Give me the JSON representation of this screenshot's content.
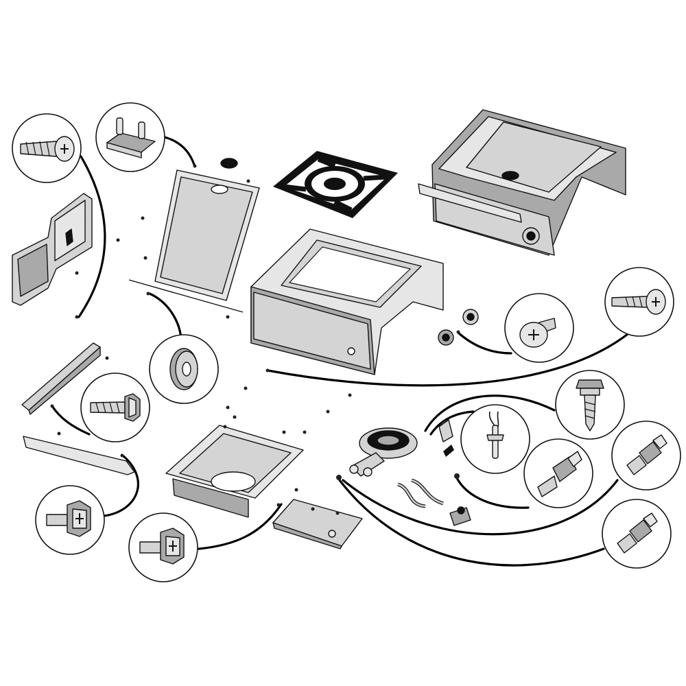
{
  "diagram": {
    "kind": "exploded-parts-view",
    "colors": {
      "line": "#111111",
      "metal": "#d4d4d4",
      "metal_light": "#e6e6e6",
      "metal_dark": "#a9a9a9",
      "background": "#ffffff"
    },
    "callouts": [
      {
        "id": "phillips-screw",
        "icon": "phillips-screw-icon"
      },
      {
        "id": "twin-post-bracket",
        "icon": "post-bracket-icon"
      },
      {
        "id": "spacer-washer",
        "icon": "washer-icon"
      },
      {
        "id": "hex-bolt",
        "icon": "hex-bolt-icon"
      },
      {
        "id": "pan-head-screw",
        "icon": "pan-screw-icon"
      },
      {
        "id": "self-drilling-screw",
        "icon": "self-drilling-screw-icon"
      },
      {
        "id": "hex-washer-screw",
        "icon": "hex-washer-screw-icon"
      },
      {
        "id": "igniter-electrode",
        "icon": "electrode-icon"
      },
      {
        "id": "orifice-fitting",
        "icon": "orifice-icon"
      },
      {
        "id": "flare-fitting-a",
        "icon": "flare-fitting-icon"
      },
      {
        "id": "flare-fitting-b",
        "icon": "flare-fitting-icon"
      },
      {
        "id": "cross-head-bolt-a",
        "icon": "cross-bolt-icon"
      },
      {
        "id": "cross-head-bolt-b",
        "icon": "cross-bolt-icon"
      }
    ],
    "parts": [
      "side-handle",
      "door-panel",
      "cooking-grate",
      "lid-assembly",
      "burner-housing",
      "control-knob",
      "towel-bar-bracket",
      "front-trim-bar",
      "drip-tray",
      "mounting-bracket",
      "side-burner",
      "gas-hoses",
      "gas-valve"
    ]
  }
}
